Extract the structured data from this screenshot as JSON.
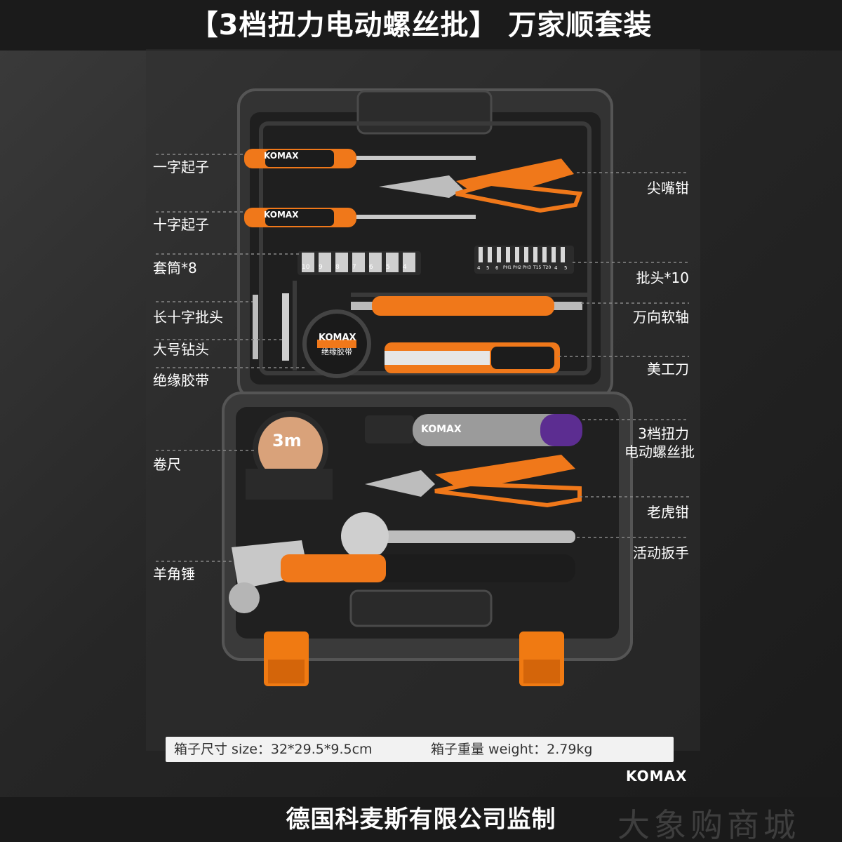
{
  "title": "【3档扭力电动螺丝批】 万家顺套装",
  "labels_left": [
    {
      "text": "一字起子"
    },
    {
      "text": "十字起子"
    },
    {
      "text": "套筒*8"
    },
    {
      "text": "长十字批头"
    },
    {
      "text": "大号钻头"
    },
    {
      "text": "绝缘胶带"
    },
    {
      "text": "卷尺"
    },
    {
      "text": "羊角锤"
    }
  ],
  "labels_right": [
    {
      "text": "尖嘴钳"
    },
    {
      "text": "批头*10"
    },
    {
      "text": "万向软轴"
    },
    {
      "text": "美工刀"
    },
    {
      "text": "3档扭力"
    },
    {
      "text": "电动螺丝批"
    },
    {
      "text": "老虎钳"
    },
    {
      "text": "活动扳手"
    }
  ],
  "product_text": {
    "brand": "KOMAX",
    "tape_brand": "KOMAX",
    "tape_label": "绝缘胶带",
    "tape_measure": "3m",
    "socket_sizes": [
      "10",
      "9",
      "8",
      "7",
      "6",
      "5",
      "4"
    ],
    "bit_sizes": [
      "4",
      "5",
      "6",
      "PH1",
      "PH2",
      "PH3",
      "T15",
      "T20",
      "4",
      "5"
    ]
  },
  "specs": {
    "size": "箱子尺寸 size：32*29.5*9.5cm",
    "weight": "箱子重量 weight：2.79kg"
  },
  "brand_badge": "KOMAX",
  "footer": "德国科麦斯有限公司监制",
  "watermark": "大象购商城",
  "colors": {
    "accent": "#ff7a1a",
    "case": "#3a3a3a",
    "background": "#2a2a2a",
    "text": "#ffffff"
  }
}
